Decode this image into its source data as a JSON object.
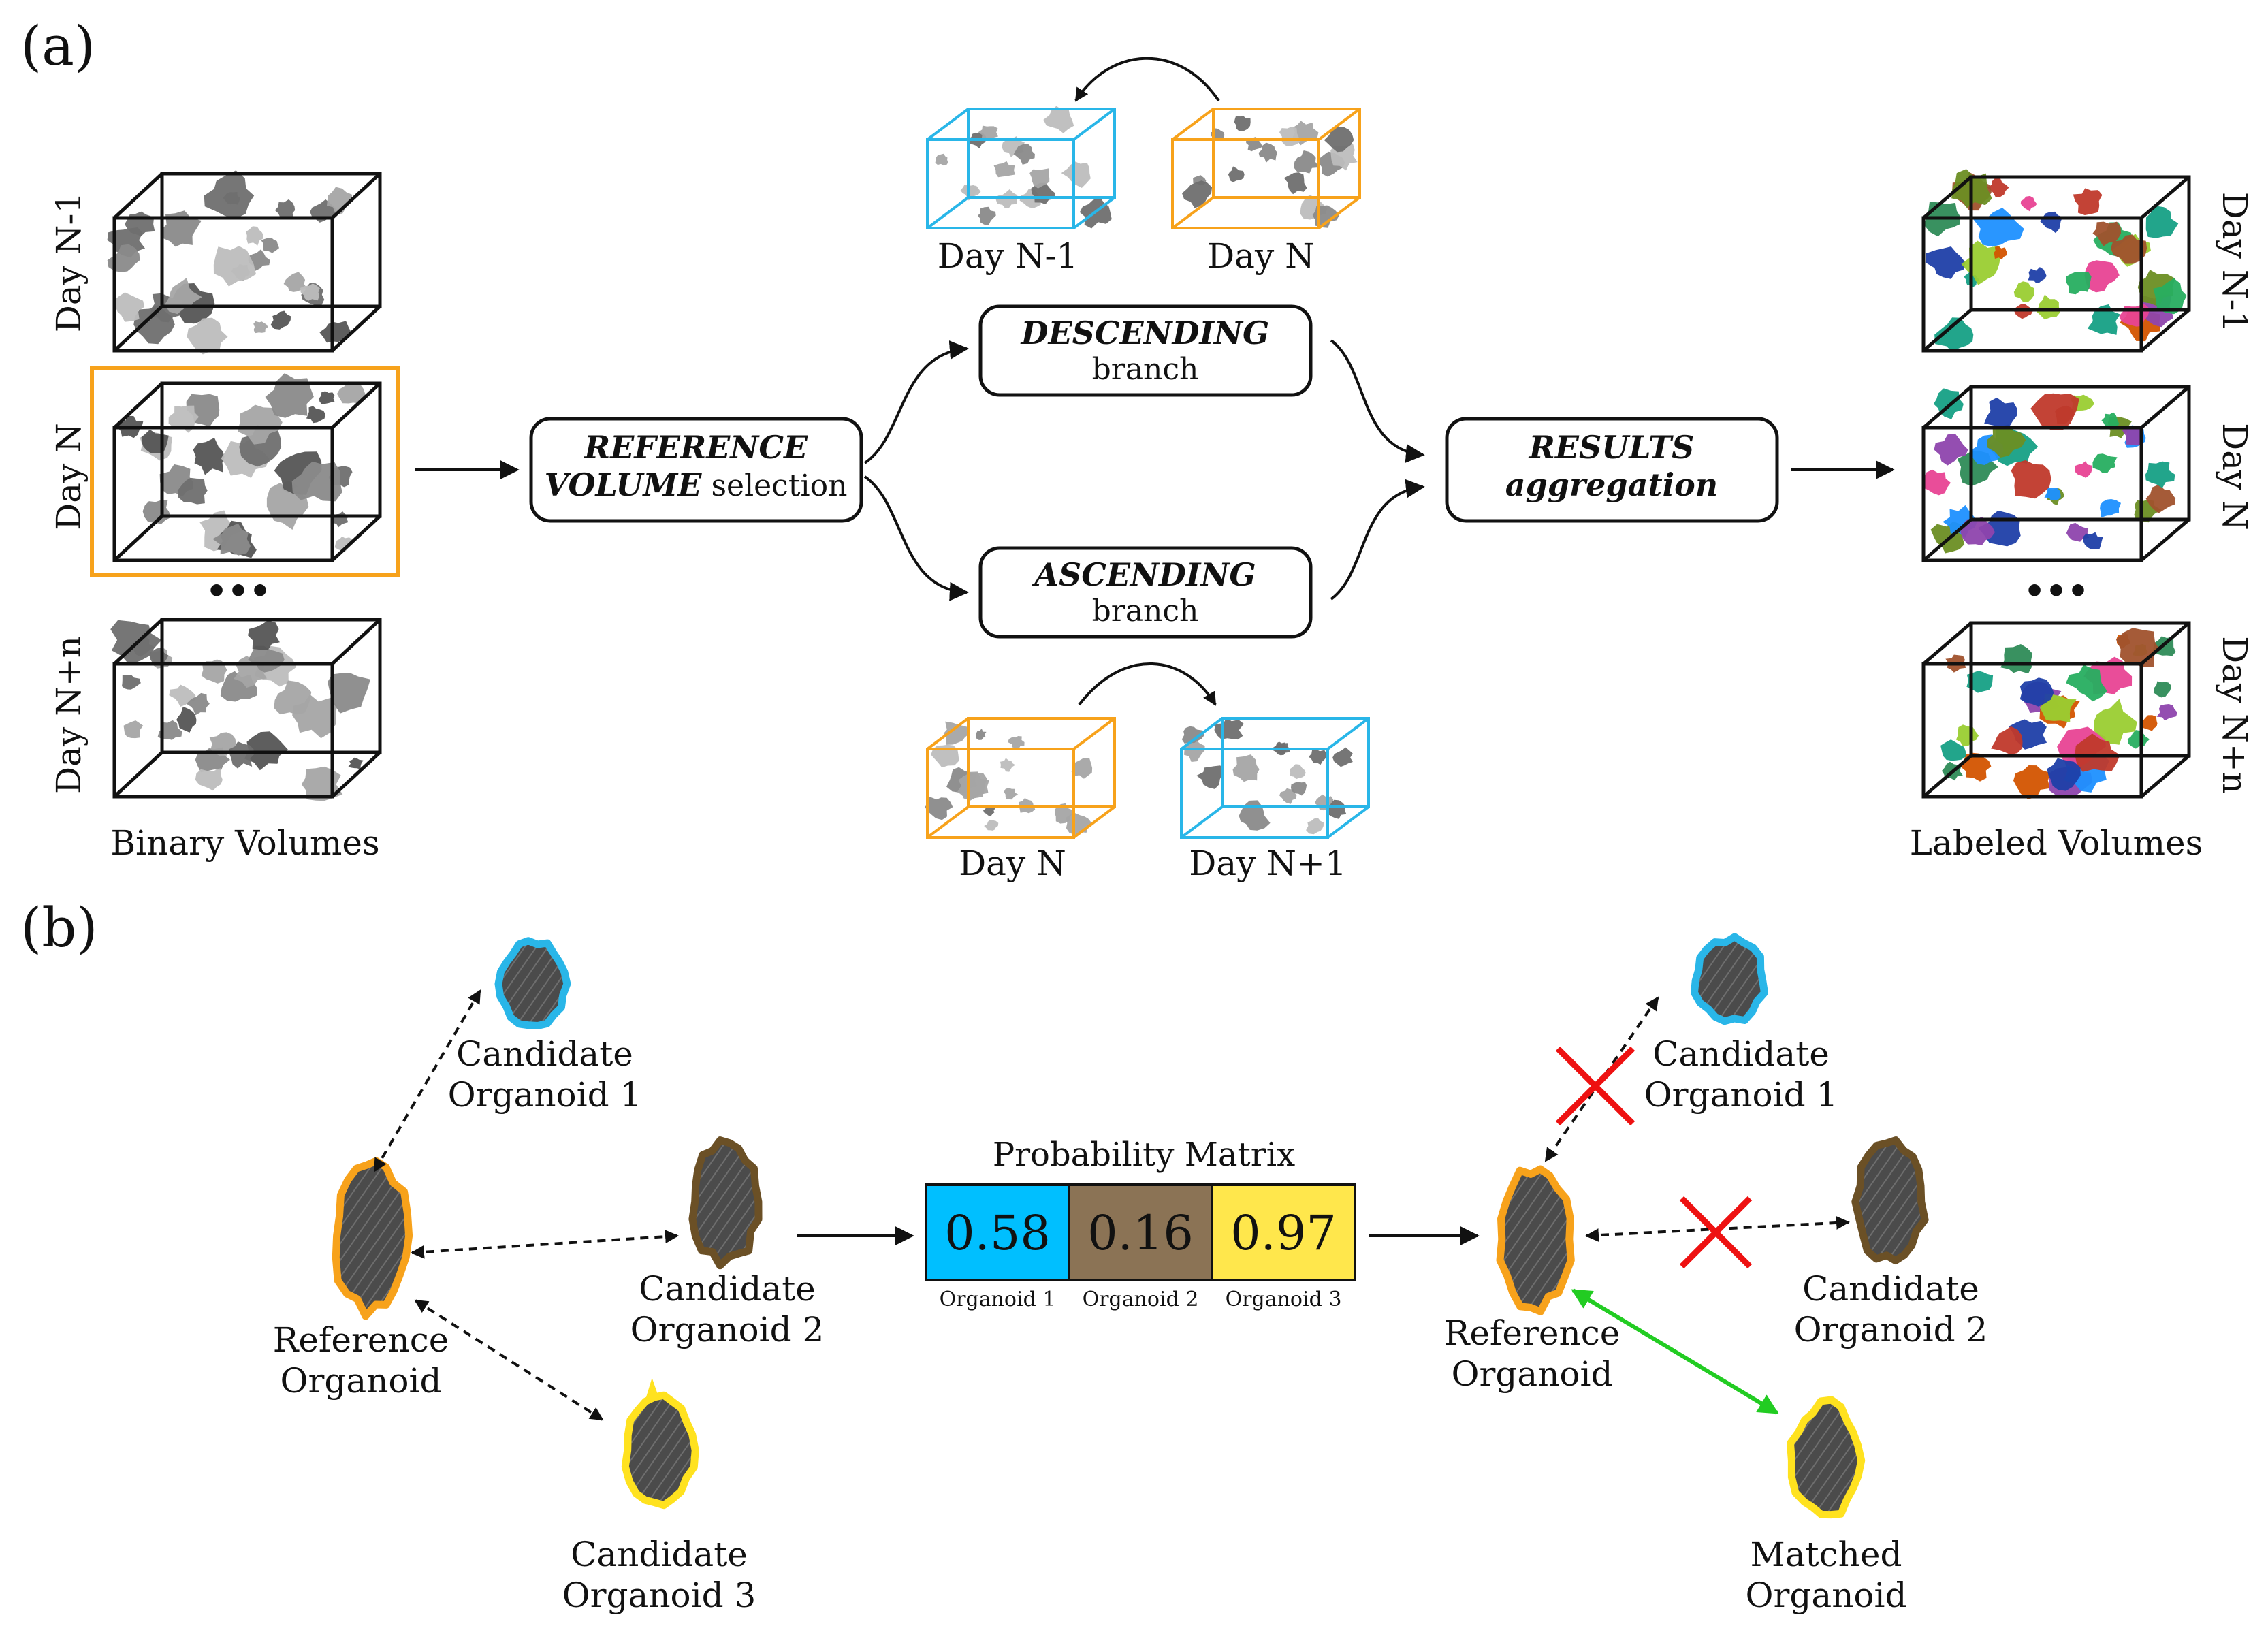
{
  "panel_a": {
    "label": "(a)",
    "binary_volumes": {
      "caption": "Binary Volumes",
      "days": [
        "Day N-1",
        "Day N",
        "Day N+n"
      ],
      "ellipsis": "•••"
    },
    "labeled_volumes": {
      "caption": "Labeled Volumes",
      "days": [
        "Day N-1",
        "Day N",
        "Day N+n"
      ],
      "ellipsis": "•••"
    },
    "reference_box": {
      "line1": "REFERENCE",
      "line2_italic": "VOLUME",
      "line2_plain": " selection"
    },
    "descending_box": {
      "title": "DESCENDING",
      "sub": "branch"
    },
    "ascending_box": {
      "title": "ASCENDING",
      "sub": "branch"
    },
    "results_box": {
      "line1": "RESULTS",
      "line2": "aggregation"
    },
    "descending_pair": [
      "Day N-1",
      "Day N"
    ],
    "ascending_pair": [
      "Day N",
      "Day N+1"
    ]
  },
  "panel_b": {
    "label": "(b)",
    "left": {
      "reference": [
        "Reference",
        "Organoid"
      ],
      "candidate1": [
        "Candidate",
        "Organoid 1"
      ],
      "candidate2": [
        "Candidate",
        "Organoid 2"
      ],
      "candidate3": [
        "Candidate",
        "Organoid 3"
      ]
    },
    "matrix": {
      "title": "Probability Matrix",
      "cells": [
        {
          "value": "0.58",
          "label": "Organoid 1",
          "color": "#00BFFF"
        },
        {
          "value": "0.16",
          "label": "Organoid 2",
          "color": "#8B7355"
        },
        {
          "value": "0.97",
          "label": "Organoid 3",
          "color": "#FFE74C"
        }
      ]
    },
    "right": {
      "reference": [
        "Reference",
        "Organoid"
      ],
      "candidate1": [
        "Candidate",
        "Organoid 1"
      ],
      "candidate2": [
        "Candidate",
        "Organoid 2"
      ],
      "matched": [
        "Matched",
        "Organoid"
      ]
    }
  },
  "colors": {
    "orange": "#F7A21B",
    "cyan": "#29B6E8",
    "brown": "#6B5026",
    "yellow": "#FFE21F",
    "green": "#22CC22",
    "red": "#EE1111"
  }
}
